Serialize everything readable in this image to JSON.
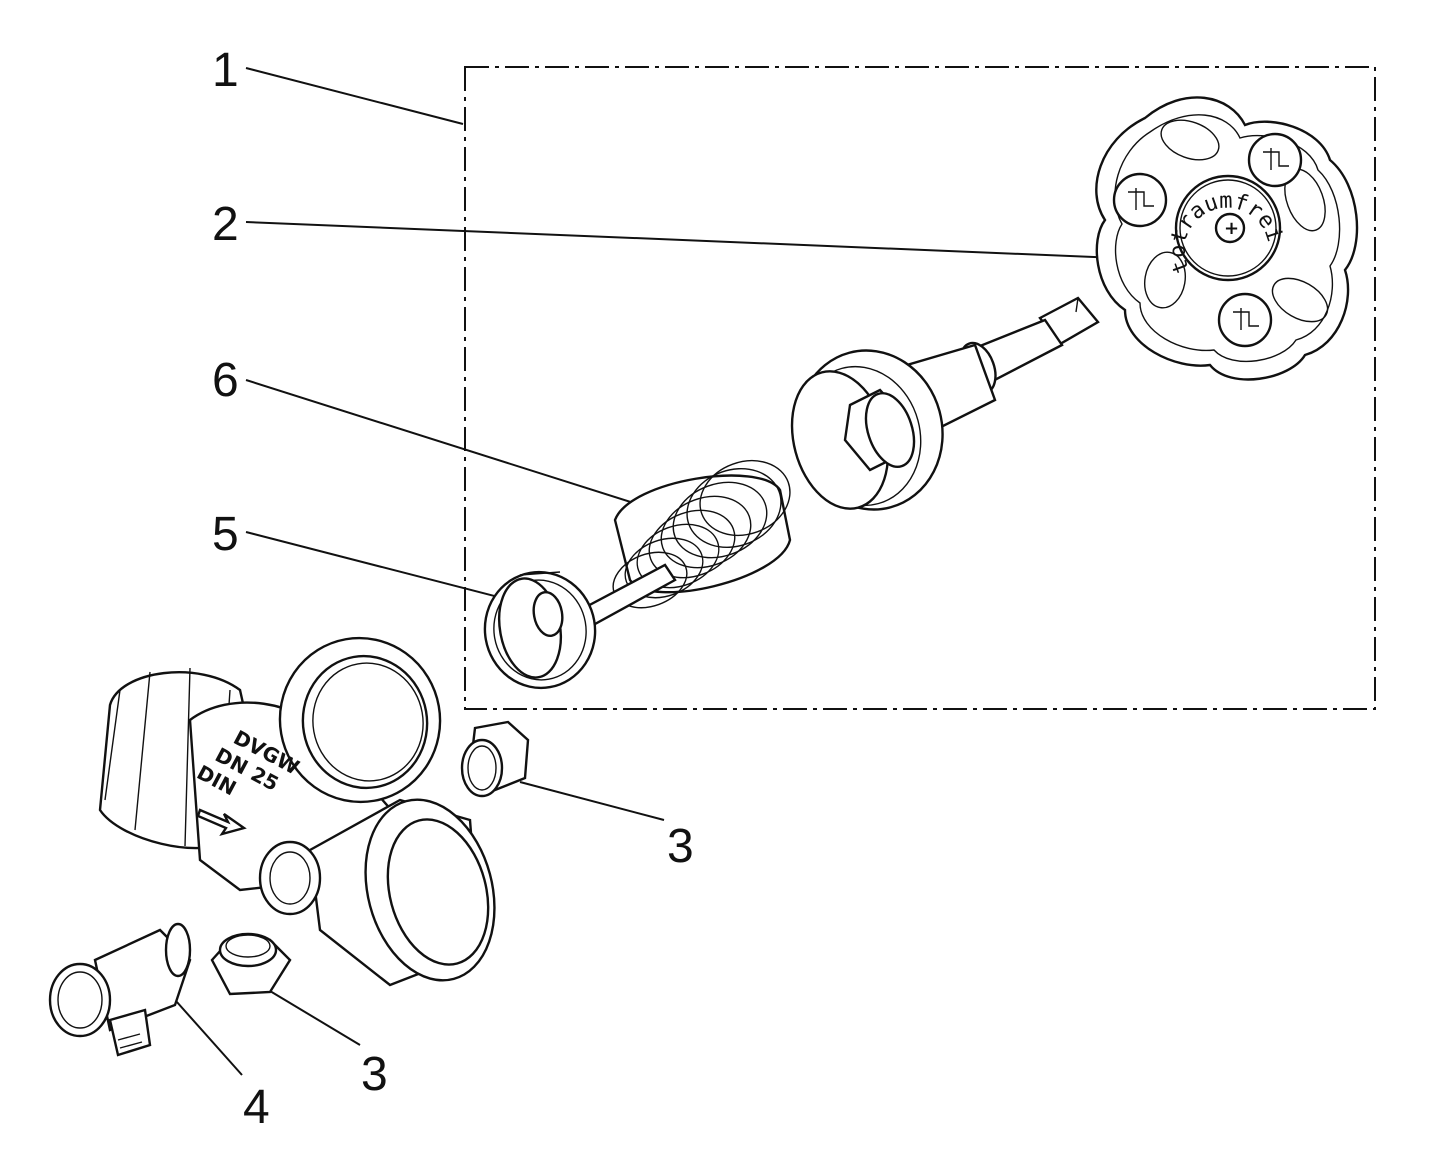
{
  "callouts": [
    {
      "id": "1",
      "label": "1"
    },
    {
      "id": "2",
      "label": "2"
    },
    {
      "id": "6",
      "label": "6"
    },
    {
      "id": "5",
      "label": "5"
    },
    {
      "id": "3a",
      "label": "3"
    },
    {
      "id": "3b",
      "label": "3"
    },
    {
      "id": "4",
      "label": "4"
    }
  ],
  "handwheel": {
    "ring_text": "totraumfrei",
    "center_symbol": "+"
  },
  "body_marking": {
    "lines": [
      "DVGW",
      "DN 25",
      "DIN"
    ]
  }
}
